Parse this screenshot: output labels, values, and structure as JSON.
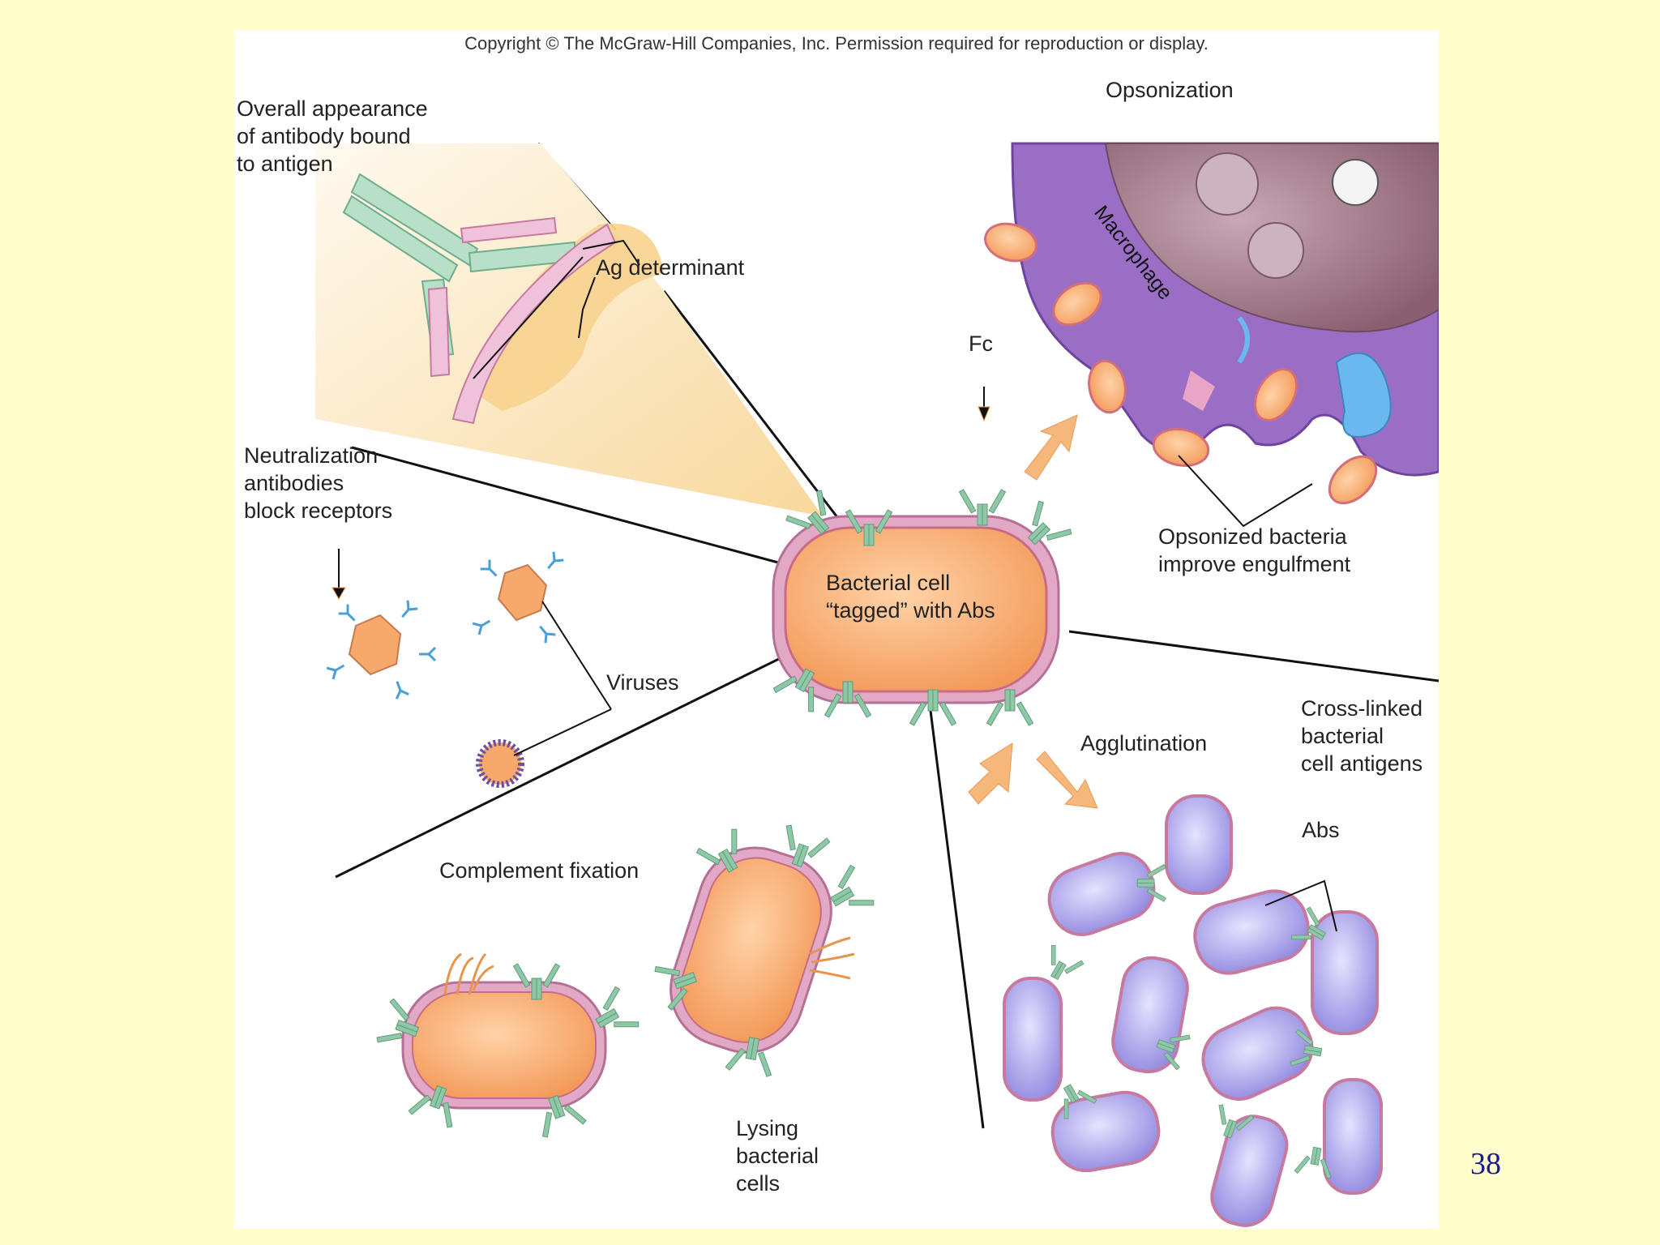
{
  "copyright": "Copyright © The McGraw-Hill Companies, Inc. Permission required for reproduction or display.",
  "labels": {
    "overall": "Overall appearance\nof antibody bound\nto antigen",
    "ag_determinant": "Ag determinant",
    "opsonization": "Opsonization",
    "macrophage": "Macrophage",
    "fc": "Fc",
    "neutralization": "Neutralization\nantibodies\nblock receptors",
    "viruses": "Viruses",
    "bacterial_cell": "Bacterial cell\n“tagged” with Abs",
    "opsonized": "Opsonized bacteria\nimprove engulfment",
    "cross_linked": "Cross-linked\nbacterial\ncell antigens",
    "agglutination": "Agglutination",
    "abs": "Abs",
    "complement": "Complement fixation",
    "lysing": "Lysing\nbacterial\ncells"
  },
  "slide_number": "38",
  "colors": {
    "background": "#ffffcc",
    "antibody": "#8fc8a6",
    "antigen": "#e2a9c6",
    "bacteria_orange": "#f7a86b",
    "bacteria_purple": "#b9b2e8",
    "macrophage": "#9b6ec6",
    "virus_antibody": "#4a9fd6"
  }
}
